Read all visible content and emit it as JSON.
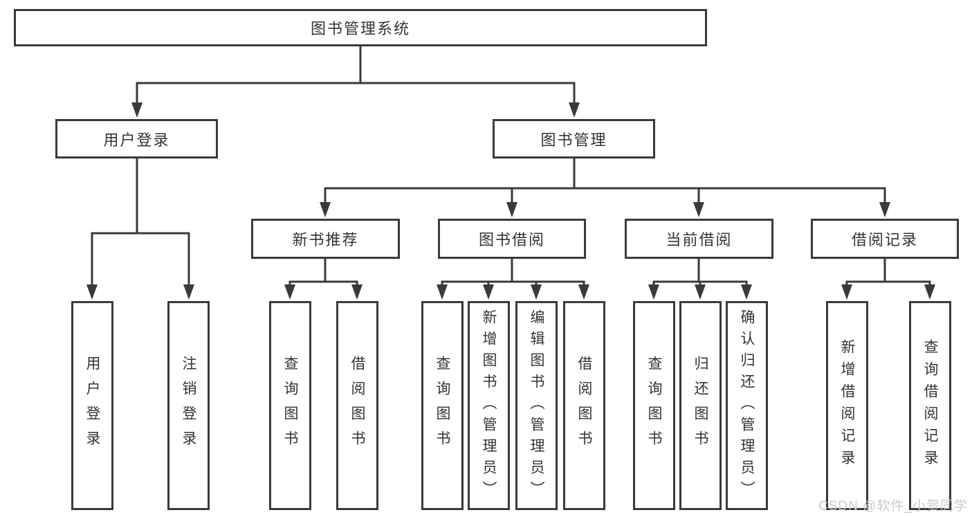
{
  "style": {
    "background": "#ffffff",
    "line_color": "#3a3a3a",
    "text_color": "#333333",
    "watermark_color": "#c9c9c9"
  },
  "tree": {
    "root": "图书管理系统",
    "children": [
      {
        "label": "用户登录",
        "children": [
          "用户登录",
          "注销登录"
        ]
      },
      {
        "label": "图书管理",
        "children": [
          {
            "label": "新书推荐",
            "children": [
              "查询图书",
              "借阅图书"
            ]
          },
          {
            "label": "图书借阅",
            "children": [
              "查询图书",
              "新增图书（管理员）",
              "编辑图书（管理员）",
              "借阅图书"
            ]
          },
          {
            "label": "当前借阅",
            "children": [
              "查询图书",
              "归还图书",
              "确认归还（管理员）"
            ]
          },
          {
            "label": "借阅记录",
            "children": [
              "新增借阅记录",
              "查询借阅记录"
            ]
          }
        ]
      }
    ]
  },
  "watermark": {
    "text": "CSDN @软件_小贺同学"
  }
}
